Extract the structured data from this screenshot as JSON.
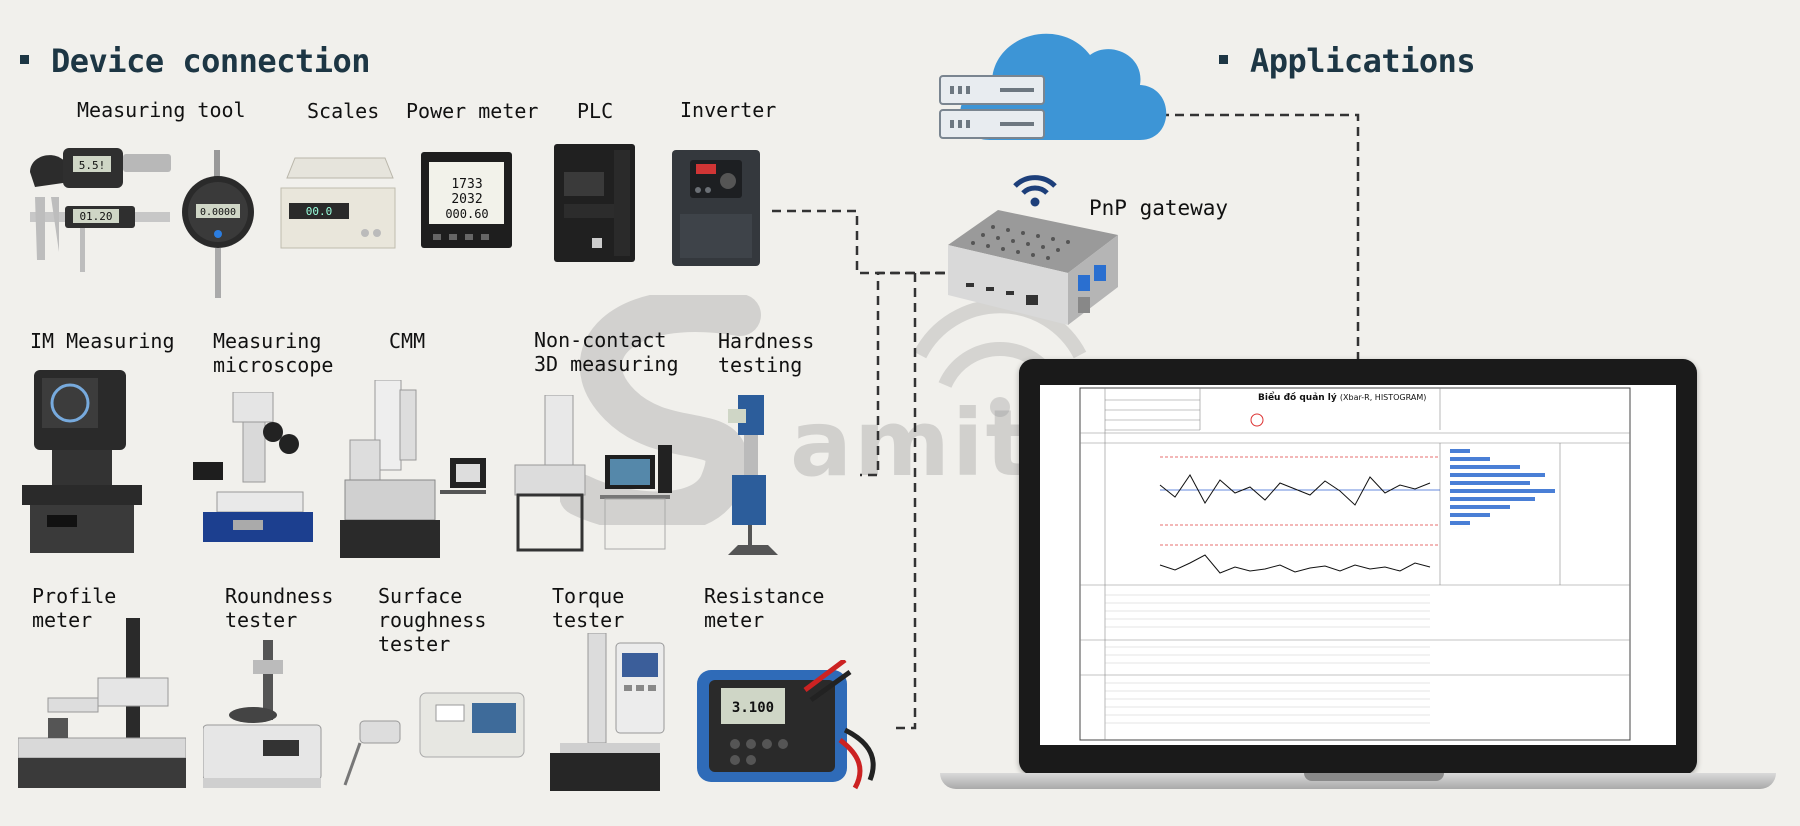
{
  "headings": {
    "device_connection": "Device connection",
    "applications": "Applications"
  },
  "gateway": {
    "label": "PnP gateway"
  },
  "watermark": {
    "text": "amitech"
  },
  "devices": {
    "measuring_tool": "Measuring tool",
    "scales": "Scales",
    "power_meter": "Power meter",
    "plc": "PLC",
    "inverter": "Inverter",
    "im_measuring": "IM Measuring",
    "measuring_microscope": "Measuring\nmicroscope",
    "cmm": "CMM",
    "non_contact_3d": "Non-contact\n3D measuring",
    "hardness_testing": "Hardness\n testing",
    "profile_meter": "Profile\nmeter",
    "roundness_tester": "Roundness\ntester",
    "surface_roughness_tester": "Surface\nroughness\ntester",
    "torque_tester": "Torque\ntester",
    "resistance_meter": "Resistance\nmeter"
  },
  "device_displays": {
    "micrometer": "5.5!",
    "caliper": "01.20",
    "dial_indicator": "0.0000",
    "scale": "00.0",
    "power_meter_lines": [
      "1733",
      "2032",
      "000.60"
    ],
    "resistance_meter": "3.100"
  },
  "laptop_screen": {
    "title": "Biểu đồ quản lý",
    "subtitle": "(Xbar-R, HISTOGRAM)"
  },
  "colors": {
    "heading": "#1d3644",
    "cloud": "#3d95d6",
    "wifi": "#1d3f7a",
    "connector_line": "#333333"
  }
}
